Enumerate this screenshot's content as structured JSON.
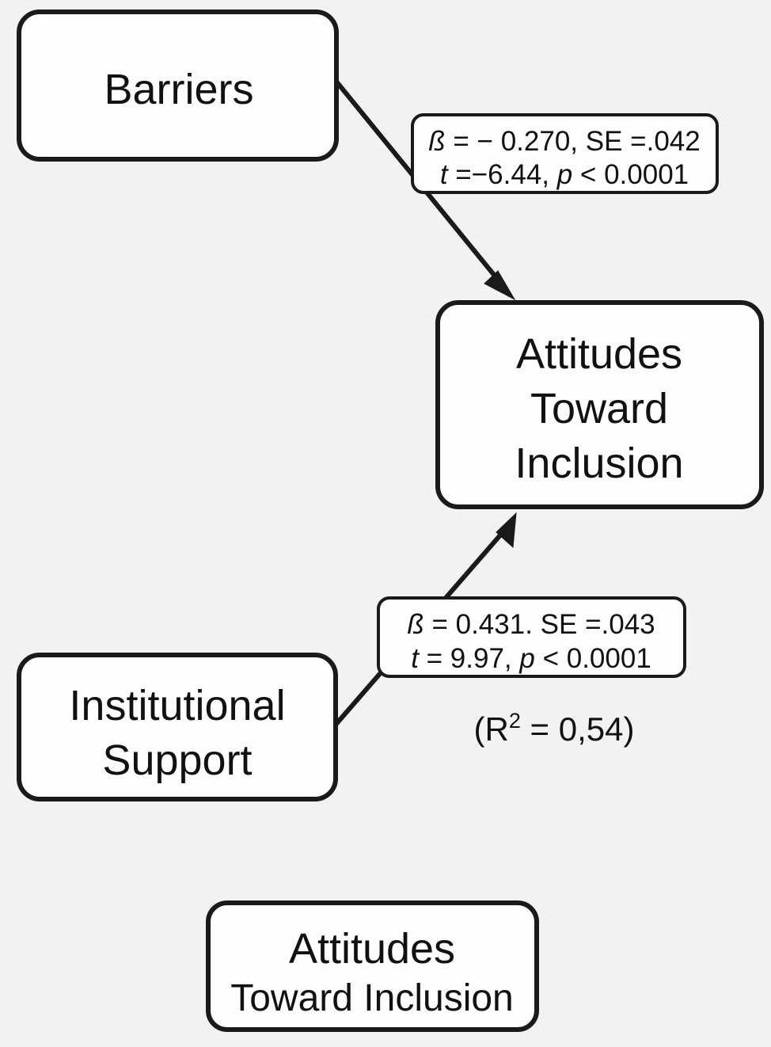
{
  "figure": {
    "type": "path-diagram",
    "background_color": "#f2f2f2",
    "line_color": "#1a1a1a",
    "box_fill": "#fdfdfd"
  },
  "nodes": {
    "barriers": {
      "label": "Barriers",
      "lines": [
        "Barriers"
      ]
    },
    "attitudes_outcome": {
      "label": "Attitudes Toward Inclusion",
      "lines": [
        "Attitudes",
        "Toward",
        "Inclusion"
      ]
    },
    "institutional_support": {
      "label": "Institutional Support",
      "lines": [
        "Institutional",
        "Support"
      ]
    },
    "attitudes_legend": {
      "label": "Attitudes Toward Inclusion",
      "line1": "Attitudes",
      "line2": "Toward Inclusion"
    }
  },
  "paths": [
    {
      "id": "barriers-to-attitudes",
      "from": "Barriers",
      "to": "Attitudes Toward Inclusion",
      "beta_symbol": "ß",
      "beta_eq": " = − 0.270, SE =.042",
      "t_symbol": "t",
      "t_eq": " =−6.44, ",
      "p_symbol": "p",
      "p_eq": " < 0.0001",
      "line1_full": "ß = − 0.270, SE =.042",
      "line2_full": "t =−6.44, p < 0.0001",
      "beta": -0.27,
      "se": 0.042,
      "t": -6.44,
      "p": "< 0.0001"
    },
    {
      "id": "support-to-attitudes",
      "from": "Institutional Support",
      "to": "Attitudes Toward Inclusion",
      "beta_symbol": "ß",
      "beta_eq": " = 0.431. SE =.043",
      "t_symbol": "t",
      "t_eq": " = 9.97, ",
      "p_symbol": "p",
      "p_eq": " < 0.0001",
      "line1_full": "ß = 0.431. SE =.043",
      "line2_full": "t = 9.97, p < 0.0001",
      "beta": 0.431,
      "se": 0.043,
      "t": 9.97,
      "p": "< 0.0001"
    }
  ],
  "annotations": {
    "r_squared": {
      "prefix": "(R",
      "superscript": "2",
      "suffix": " = 0,54)",
      "full": "(R2 = 0,54)",
      "value": "0,54"
    }
  }
}
